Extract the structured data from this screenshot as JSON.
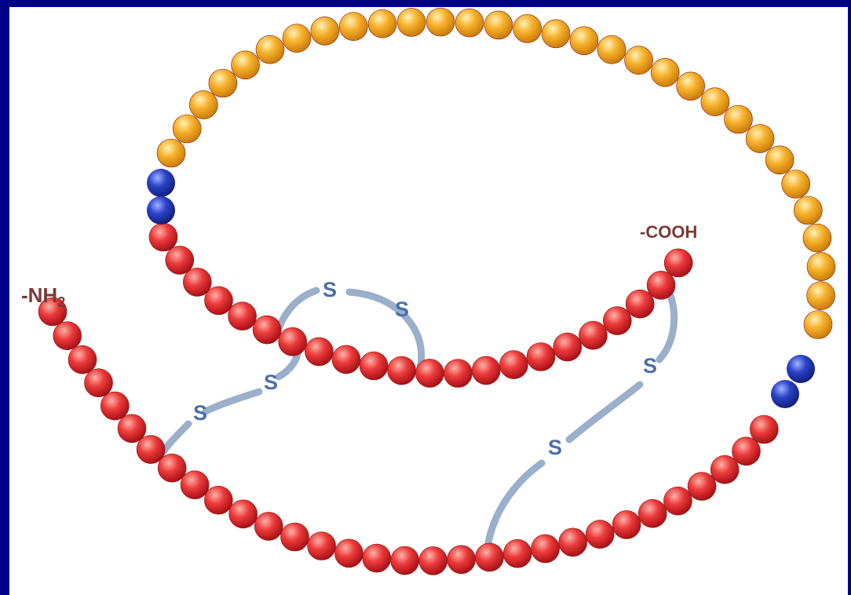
{
  "labels": {
    "n_terminus": "-NH",
    "n_terminus_sub": "2",
    "c_terminus": "-COOH",
    "sulfur": "S"
  },
  "colors": {
    "background_border": "#000088",
    "residue_red": "#e8222a",
    "residue_orange": "#f5a623",
    "residue_blue": "#2a3fb5",
    "disulfide_bond": "#7f97b5",
    "label_brown": "#7a3a36",
    "sulfur_text": "#4b6fa8"
  }
}
